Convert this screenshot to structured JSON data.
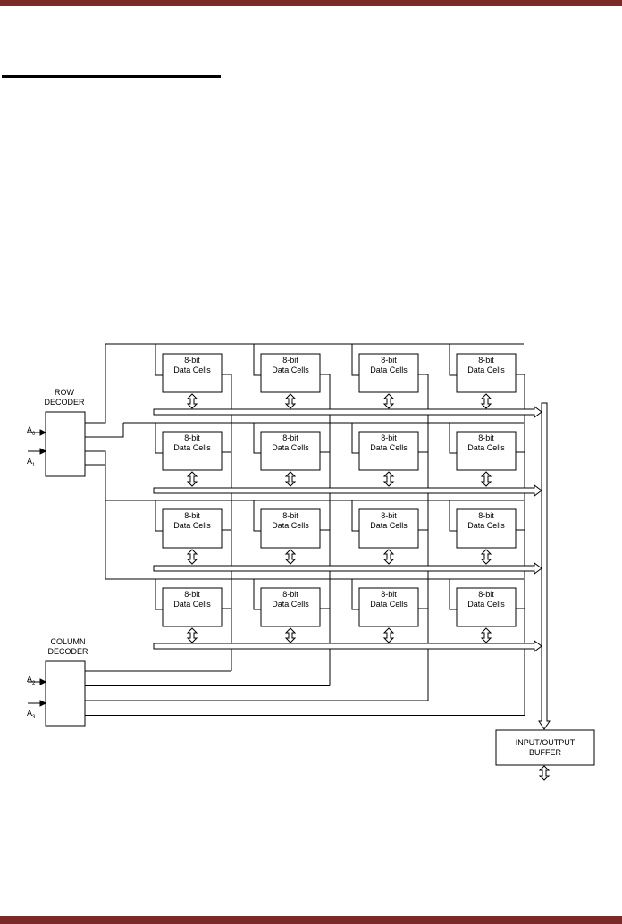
{
  "theme": {
    "band_color": "#7b2a2a",
    "line_color": "#000000"
  },
  "row_decoder": {
    "label_line1": "ROW",
    "label_line2": "DECODER",
    "inputs": [
      {
        "base": "A",
        "sub": "0"
      },
      {
        "base": "A",
        "sub": "1"
      }
    ]
  },
  "column_decoder": {
    "label_line1": "COLUMN",
    "label_line2": "DECODER",
    "inputs": [
      {
        "base": "A",
        "sub": "2"
      },
      {
        "base": "A",
        "sub": "3"
      }
    ]
  },
  "cell": {
    "line1": "8-bit",
    "line2": "Data Cells"
  },
  "grid": {
    "rows": 4,
    "cols": 4
  },
  "io_buffer": {
    "line1": "INPUT/OUTPUT",
    "line2": "BUFFER"
  }
}
